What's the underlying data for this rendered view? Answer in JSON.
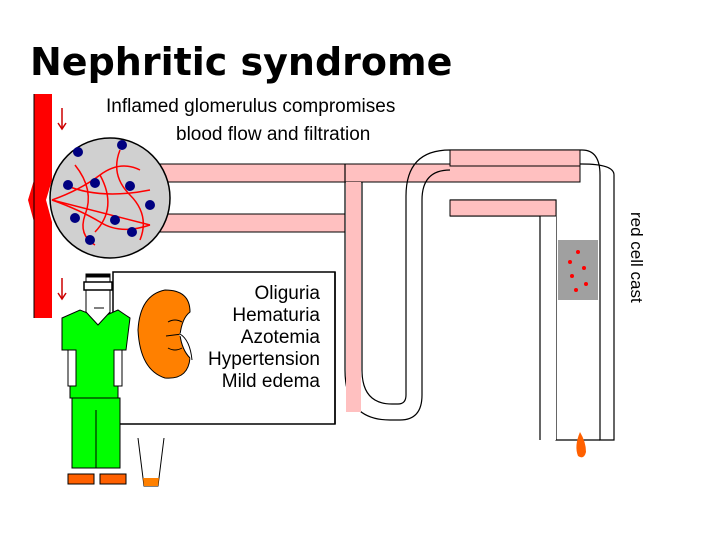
{
  "title": "Nephritic syndrome",
  "caption_line1": "Inflamed glomerulus compromises",
  "caption_line2": "blood flow and filtration",
  "symptoms": [
    "Oliguria",
    "Hematuria",
    "Azotemia",
    "Hypertension",
    "Mild edema"
  ],
  "cast_label": "red cell cast",
  "colors": {
    "vessel": "#ff0000",
    "tubule_pink": "#ffc0c0",
    "glomerulus_fill": "#d8d8d8",
    "scrubs": "#00ff00",
    "kidney": "#ff8000",
    "cast_gray": "#a0a0a0",
    "cell_nucleus": "#000080"
  }
}
